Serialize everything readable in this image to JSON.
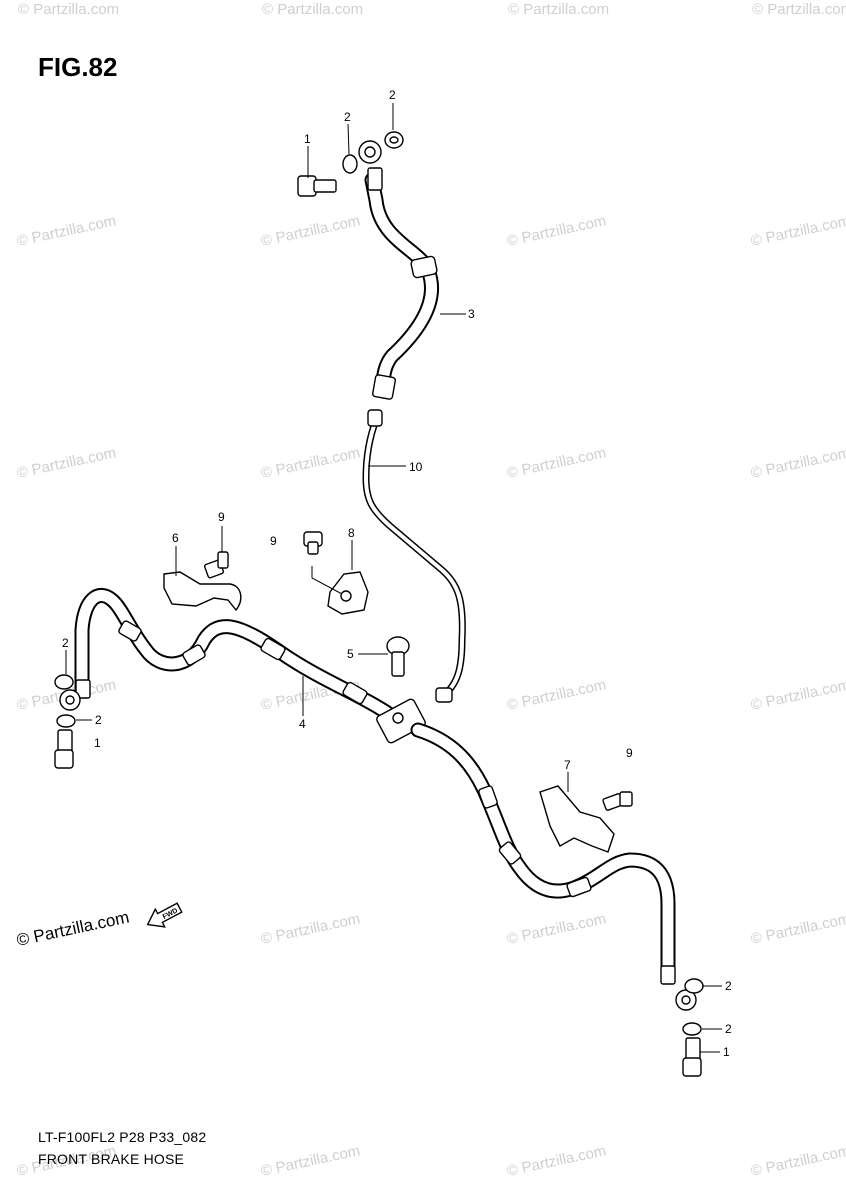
{
  "figure": {
    "title": "FIG.82",
    "model_code": "LT-F100FL2 P28 P33_082",
    "name": "FRONT BRAKE HOSE"
  },
  "watermark": {
    "text": "© Partzilla.com",
    "fwd_label": "FWD"
  },
  "callouts": [
    {
      "id": "c1-top",
      "label": "1"
    },
    {
      "id": "c2-top-a",
      "label": "2"
    },
    {
      "id": "c2-top-b",
      "label": "2"
    },
    {
      "id": "c3",
      "label": "3"
    },
    {
      "id": "c10",
      "label": "10"
    },
    {
      "id": "c9-a",
      "label": "9"
    },
    {
      "id": "c6",
      "label": "6"
    },
    {
      "id": "c9-b",
      "label": "9"
    },
    {
      "id": "c8",
      "label": "8"
    },
    {
      "id": "c5",
      "label": "5"
    },
    {
      "id": "c4",
      "label": "4"
    },
    {
      "id": "c2-left-a",
      "label": "2"
    },
    {
      "id": "c2-left-b",
      "label": "2"
    },
    {
      "id": "c1-left",
      "label": "1"
    },
    {
      "id": "c7",
      "label": "7"
    },
    {
      "id": "c9-c",
      "label": "9"
    },
    {
      "id": "c2-right-a",
      "label": "2"
    },
    {
      "id": "c2-right-b",
      "label": "2"
    },
    {
      "id": "c1-right",
      "label": "1"
    }
  ]
}
